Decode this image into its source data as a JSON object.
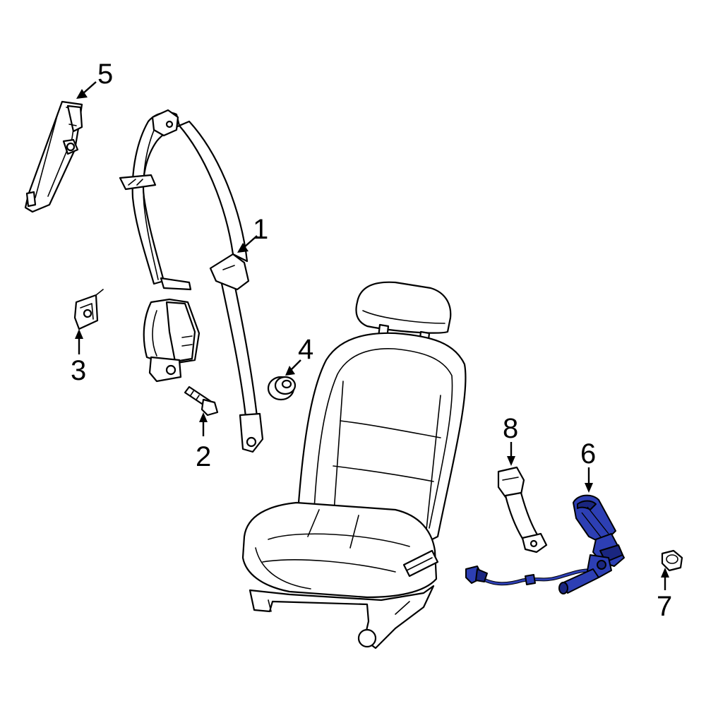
{
  "callouts": [
    {
      "id": "1",
      "label": "1"
    },
    {
      "id": "2",
      "label": "2"
    },
    {
      "id": "3",
      "label": "3"
    },
    {
      "id": "4",
      "label": "4"
    },
    {
      "id": "5",
      "label": "5"
    },
    {
      "id": "6",
      "label": "6"
    },
    {
      "id": "7",
      "label": "7"
    },
    {
      "id": "8",
      "label": "8"
    }
  ],
  "colors": {
    "line": "#000000",
    "background": "#ffffff",
    "highlight": "#2d3fb4",
    "highlight_dark": "#1a2680"
  },
  "highlighted_part": "6"
}
